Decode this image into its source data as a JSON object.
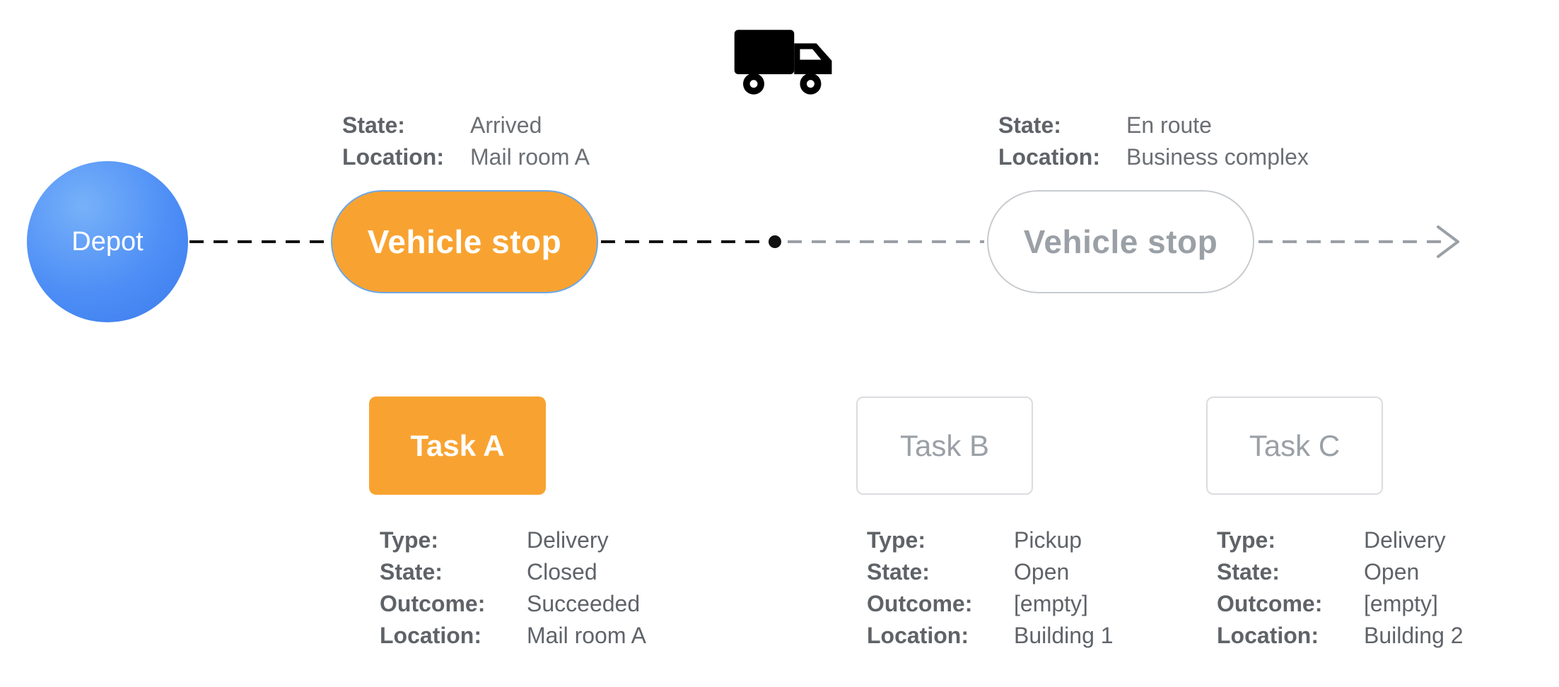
{
  "diagram": {
    "depot": {
      "label": "Depot"
    },
    "truck_icon": "delivery-truck-icon",
    "stops": [
      {
        "label": "Vehicle stop",
        "emphasis": "active",
        "info": {
          "state_label": "State:",
          "state_value": "Arrived",
          "location_label": "Location:",
          "location_value": "Mail room A"
        }
      },
      {
        "label": "Vehicle stop",
        "emphasis": "inactive",
        "info": {
          "state_label": "State:",
          "state_value": "En route",
          "location_label": "Location:",
          "location_value": "Business complex"
        }
      }
    ],
    "tasks": [
      {
        "label": "Task A",
        "emphasis": "active",
        "details": [
          {
            "label": "Type:",
            "value": "Delivery"
          },
          {
            "label": "State:",
            "value": "Closed"
          },
          {
            "label": "Outcome:",
            "value": "Succeeded"
          },
          {
            "label": "Location:",
            "value": "Mail room A"
          }
        ]
      },
      {
        "label": "Task B",
        "emphasis": "inactive",
        "details": [
          {
            "label": "Type:",
            "value": "Pickup"
          },
          {
            "label": "State:",
            "value": "Open"
          },
          {
            "label": "Outcome:",
            "value": "[empty]"
          },
          {
            "label": "Location:",
            "value": "Building 1"
          }
        ]
      },
      {
        "label": "Task C",
        "emphasis": "inactive",
        "details": [
          {
            "label": "Type:",
            "value": "Delivery"
          },
          {
            "label": "State:",
            "value": "Open"
          },
          {
            "label": "Outcome:",
            "value": "[empty]"
          },
          {
            "label": "Location:",
            "value": "Building 2"
          }
        ]
      }
    ],
    "colors": {
      "accent_orange": "#F8A331",
      "depot_blue": "#4C8DF6",
      "inactive_gray": "#9AA0A6",
      "text_gray": "#5F6368",
      "line_black": "#111111"
    }
  }
}
